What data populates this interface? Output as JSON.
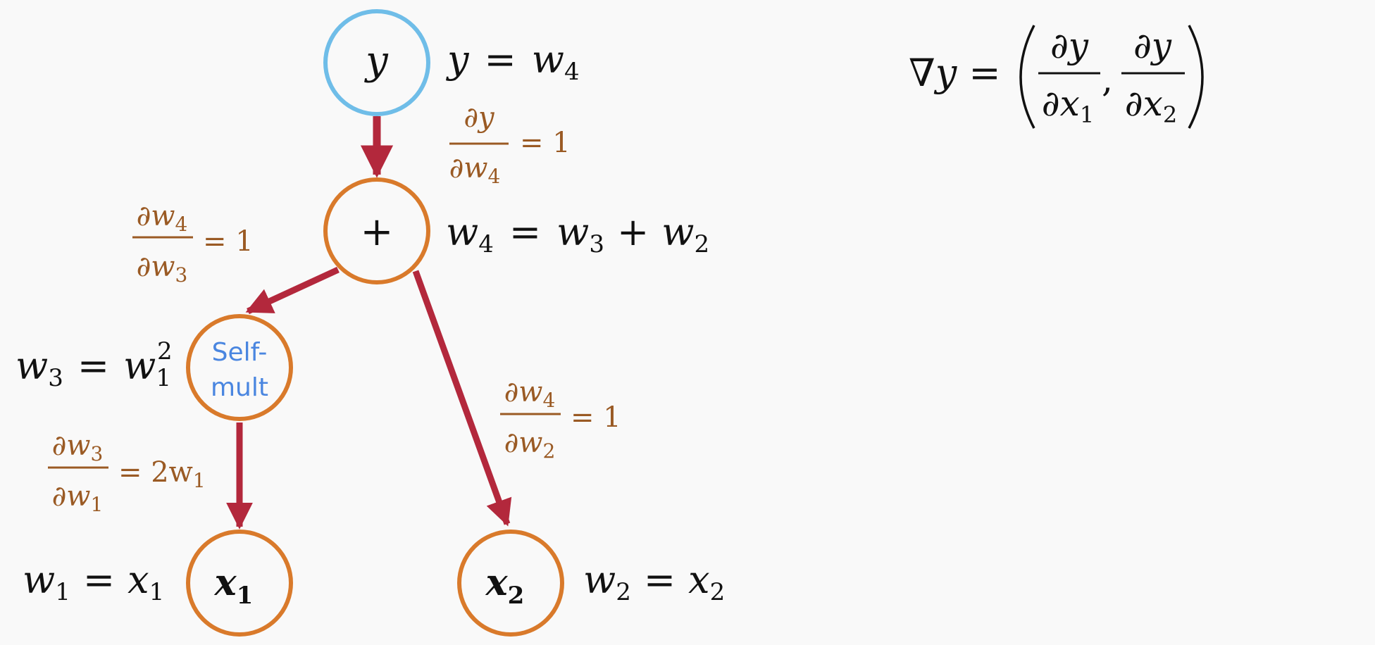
{
  "nodes": {
    "y": {
      "label": "y"
    },
    "plus": {
      "label": "+"
    },
    "selfmult": {
      "line1": "Self-",
      "line2": "mult"
    },
    "x1": {
      "base": "x",
      "sub": "1"
    },
    "x2": {
      "base": "x",
      "sub": "2"
    }
  },
  "equations": {
    "y_eq": {
      "lhs": "y",
      "eq": "=",
      "w": "w",
      "sub": "4"
    },
    "w4_eq": {
      "w": "w",
      "sub": "4",
      "eq": "=",
      "a": "w",
      "asub": "3",
      "plus": "+",
      "b": "w",
      "bsub": "2"
    },
    "w3_eq": {
      "w": "w",
      "sub": "3",
      "eq": "=",
      "rhs": "w",
      "rsub": "1",
      "rsup": "2"
    },
    "w1_eq": {
      "w": "w",
      "sub": "1",
      "eq": "=",
      "rhs": "x",
      "rsub": "1"
    },
    "w2_eq": {
      "w": "w",
      "sub": "2",
      "eq": "=",
      "rhs": "x",
      "rsub": "2"
    }
  },
  "derivatives": {
    "dy_dw4": {
      "num": "∂y",
      "den": "∂w",
      "densub": "4",
      "value": "= 1"
    },
    "dw4_dw3": {
      "num": "∂w",
      "numsub": "4",
      "den": "∂w",
      "densub": "3",
      "value": "= 1"
    },
    "dw4_dw2": {
      "num": "∂w",
      "numsub": "4",
      "den": "∂w",
      "densub": "2",
      "value": "= 1"
    },
    "dw3_dw1": {
      "num": "∂w",
      "numsub": "3",
      "den": "∂w",
      "densub": "1",
      "value": "= 2w",
      "valuesub": "1"
    }
  },
  "gradient": {
    "lhs": "∇y =",
    "term1": {
      "num": "∂y",
      "den": "∂x",
      "densub": "1"
    },
    "term2": {
      "num": "∂y",
      "den": "∂x",
      "densub": "2"
    },
    "comma": ","
  },
  "colors": {
    "node_orange": "#d97a2b",
    "node_blue": "#6fbde8",
    "arrow_red": "#b3283c",
    "derivative_brown": "#9a5a24",
    "selfmult_blue": "#4a86e0",
    "text_black": "#111111"
  }
}
